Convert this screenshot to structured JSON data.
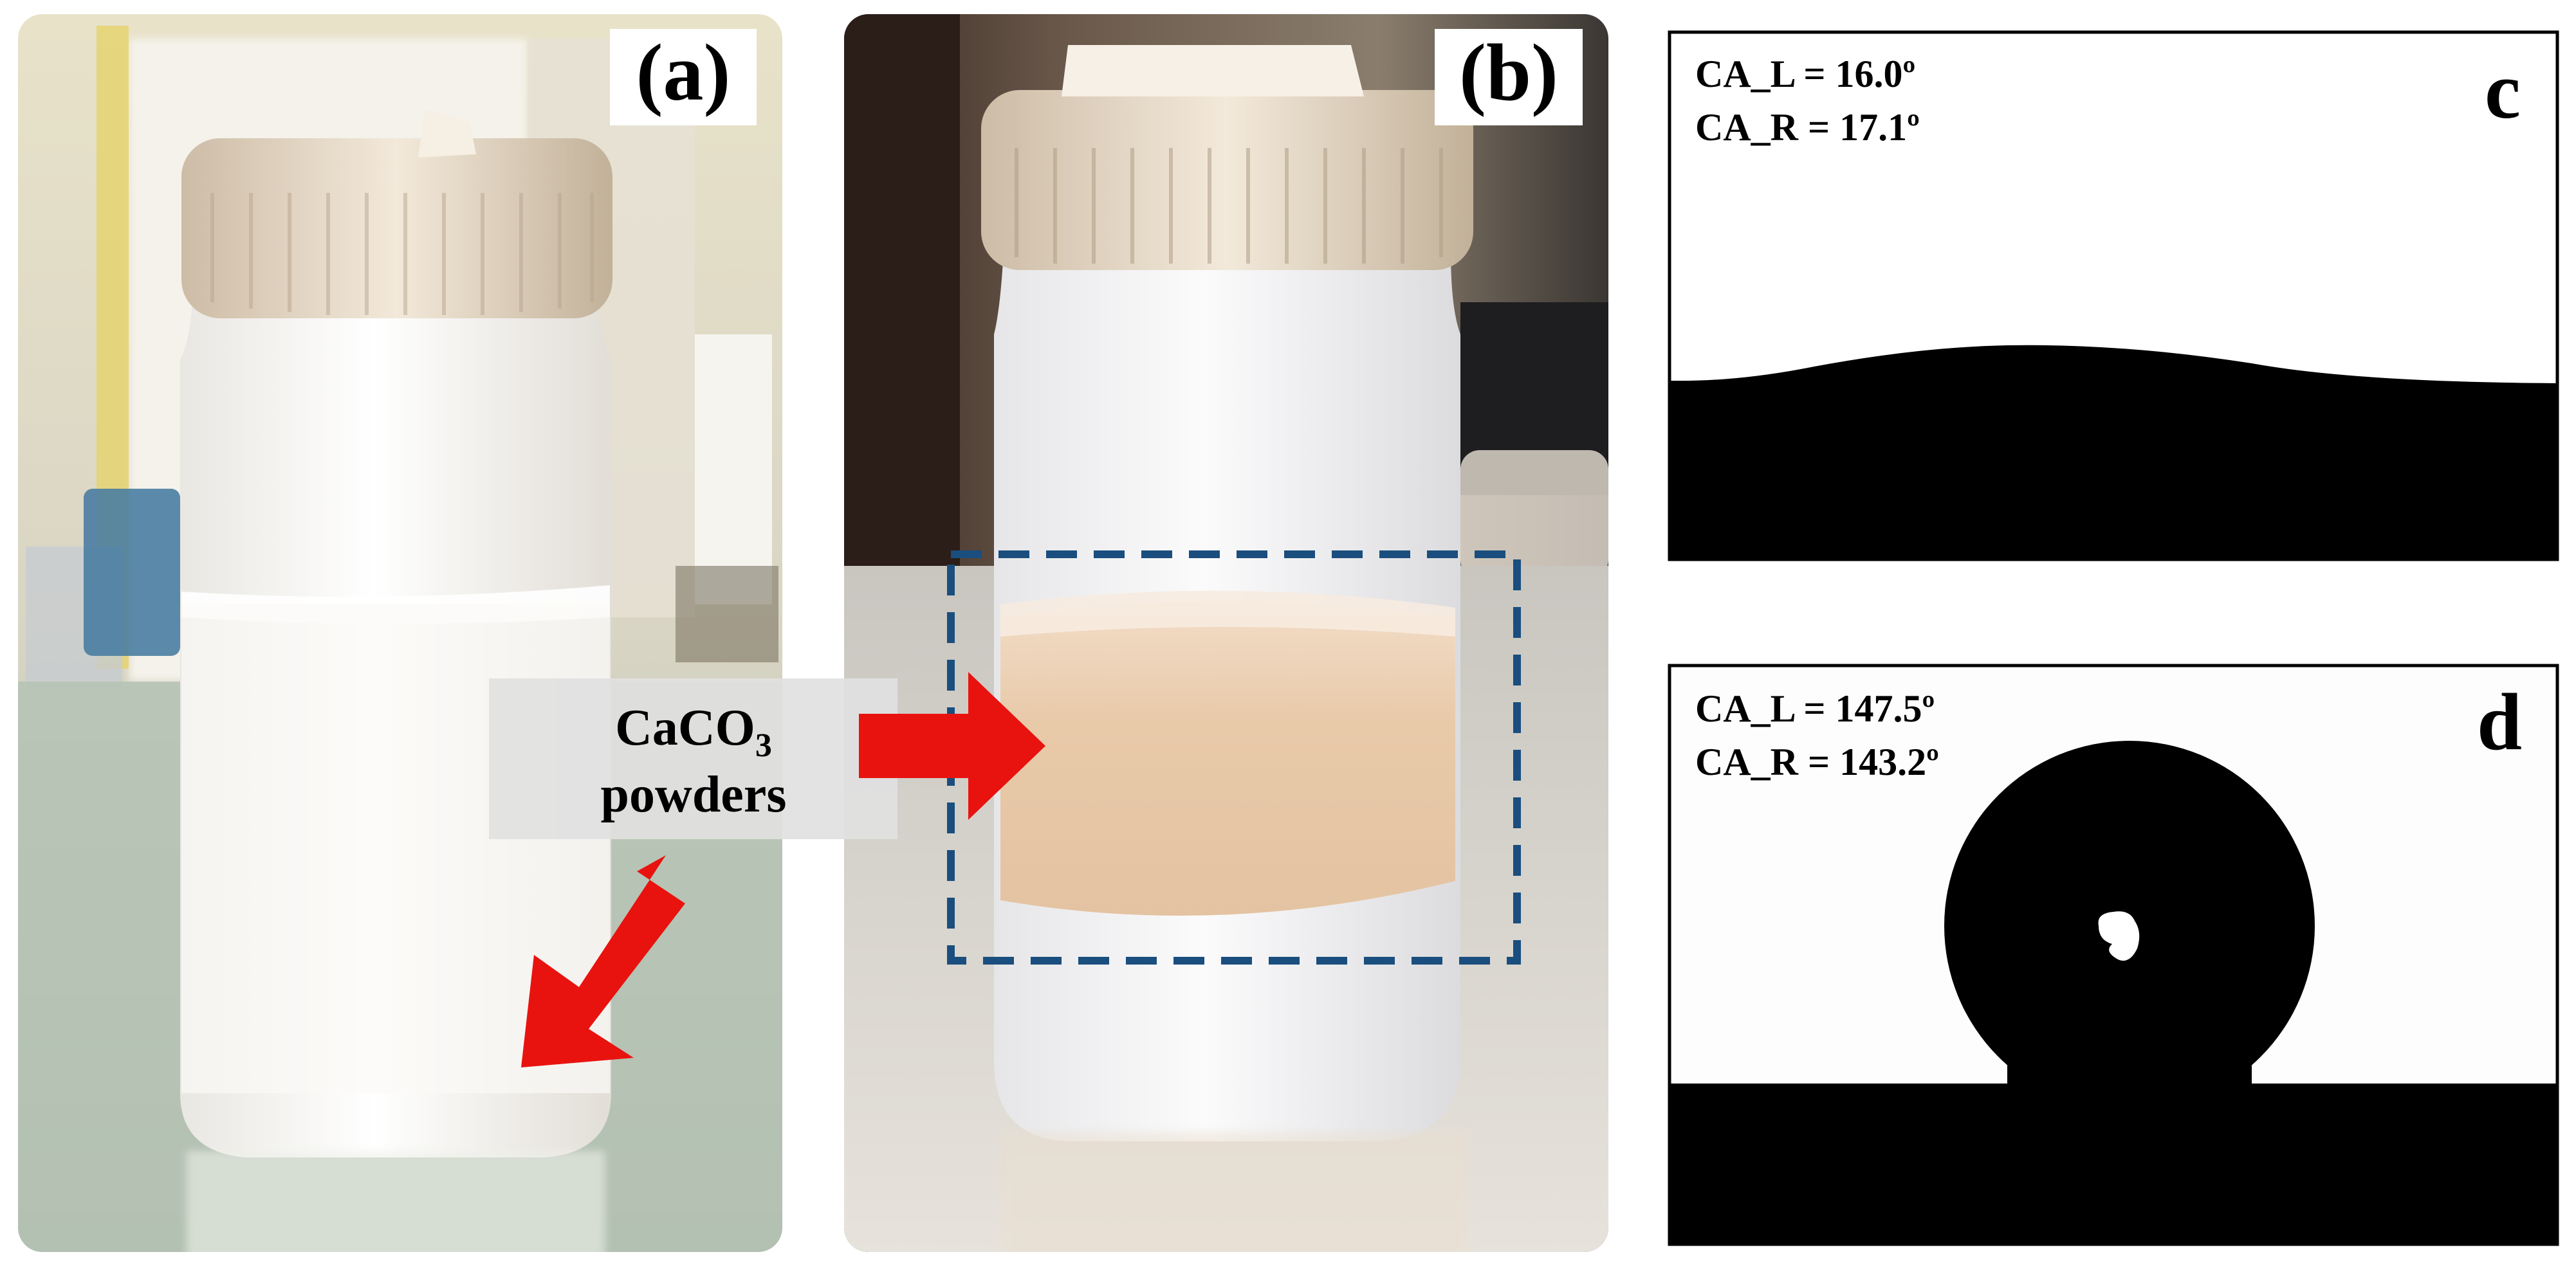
{
  "figure": {
    "panels": {
      "a": {
        "label": "(a)"
      },
      "b": {
        "label": "(b)"
      },
      "c": {
        "label": "c",
        "ca_left": "CA_L = 16.0º",
        "ca_right": "CA_R = 17.1º"
      },
      "d": {
        "label": "d",
        "ca_left": "CA_L = 147.5º",
        "ca_right": "CA_R = 143.2º"
      }
    },
    "callout": {
      "line1_main": "CaCO",
      "line1_sub": "3",
      "line2": "powders"
    },
    "colors": {
      "arrow": "#e8130f",
      "dashed_box": "#1a4e7e",
      "droplet": "#000000",
      "background": "#ffffff"
    }
  }
}
